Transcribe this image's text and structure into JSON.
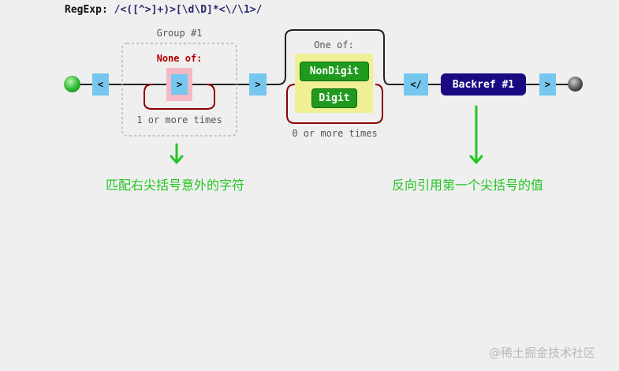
{
  "header": {
    "label": "RegExp:",
    "pattern": "/<([^>]+)>[\\d\\D]*<\\/\\1>/"
  },
  "diagram": {
    "group_label": "Group #1",
    "none_of_label": "None of:",
    "none_of_char": ">",
    "group_repeat": "1 or more times",
    "literal_open": "<",
    "literal_close_angle": ">",
    "one_of_label": "One of:",
    "class_items": [
      "NonDigit",
      "Digit"
    ],
    "class_repeat": "0 or more times",
    "literal_close_tag": "</",
    "backref": "Backref #1",
    "literal_end": ">"
  },
  "annotations": {
    "left": "匹配右尖括号意外的字符",
    "right": "反向引用第一个尖括号的值"
  },
  "colors": {
    "literal_box": "#76c7ee",
    "backref_box": "#1a0a82",
    "class_box": "#1f9a1f",
    "annotation": "#22c522",
    "none_of_text": "#b30000"
  },
  "watermark": "@稀土掘金技术社区"
}
